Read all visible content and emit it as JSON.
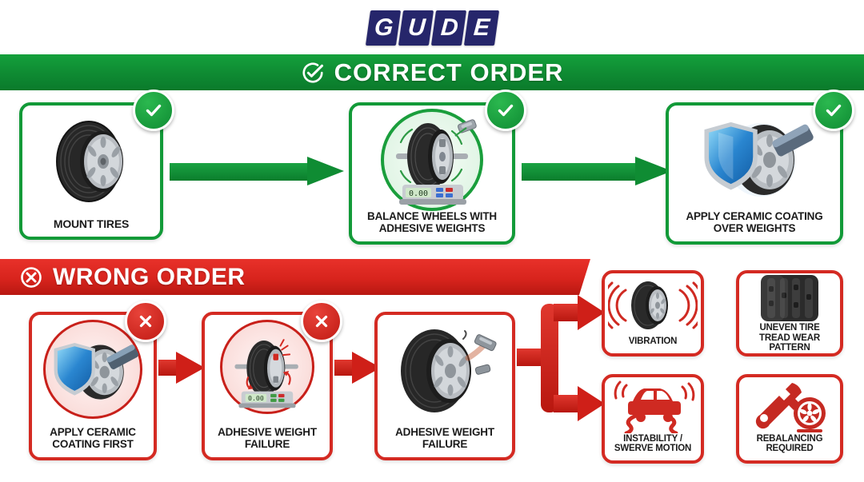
{
  "brand": {
    "name": "GUDE",
    "letters": [
      "G",
      "U",
      "D",
      "E"
    ],
    "tile_color": "#26266b",
    "text_color": "#ffffff"
  },
  "sections": {
    "correct": {
      "title": "CORRECT ORDER",
      "icon": "check-circle-icon",
      "color": "#0f8c33",
      "steps": [
        {
          "label": "MOUNT TIRES",
          "badge": "check",
          "art": "tire-wheel"
        },
        {
          "label": "BALANCE WHEELS WITH ADHESIVE WEIGHTS",
          "badge": "check",
          "art": "wheel-on-balancer",
          "display_value": "0.00"
        },
        {
          "label": "APPLY CERAMIC COATING OVER WEIGHTS",
          "badge": "check",
          "art": "shield-wheel-applicator"
        }
      ],
      "connector": "green-arrow"
    },
    "wrong": {
      "title": "WRONG ORDER",
      "icon": "x-circle-icon",
      "color": "#d8241d",
      "steps": [
        {
          "label": "APPLY CERAMIC COATING FIRST",
          "badge": "x",
          "art": "shield-wheel-applicator"
        },
        {
          "label": "ADHESIVE WEIGHT FAILURE",
          "badge": "x",
          "art": "wheel-on-balancer-failure",
          "display_value": "0.00"
        },
        {
          "label": "ADHESIVE WEIGHT FAILURE",
          "badge": "none",
          "art": "wheel-weights-flying-off"
        }
      ],
      "connector": "red-arrow",
      "outcomes": [
        {
          "label": "VIBRATION",
          "art": "wheel-vibration-waves"
        },
        {
          "label": "UNEVEN TIRE TREAD WEAR PATTERN",
          "art": "tire-tread-closeup"
        },
        {
          "label": "INSTABILITY / SWERVE MOTION",
          "art": "car-swerve"
        },
        {
          "label": "REBALANCING REQUIRED",
          "art": "wrench-wheel"
        }
      ]
    }
  },
  "colors": {
    "green": "#0f8c33",
    "green_light": "#14a03c",
    "red": "#d8241d",
    "red_dark": "#b81812",
    "navy": "#26266b",
    "text_dark": "#1b1b1b",
    "background": "#ffffff"
  }
}
